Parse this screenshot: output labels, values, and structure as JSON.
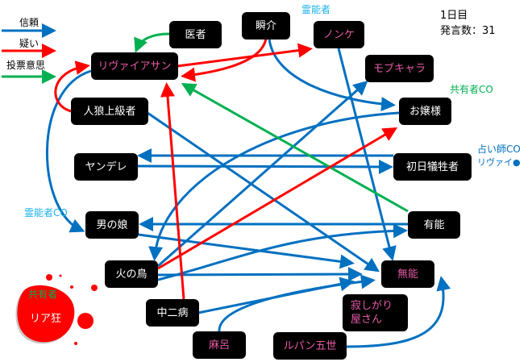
{
  "legend": {
    "trust": "信頼",
    "doubt": "疑い",
    "vote": "投票意思"
  },
  "colors": {
    "trust": "#0070c0",
    "doubt": "#ff0000",
    "vote": "#00b050",
    "node_pink": "#e85aa8",
    "medium": "#1ab0e8",
    "share": "#00b050",
    "seer": "#0070c0"
  },
  "status": {
    "day": "1日目",
    "posts": "発言数：31"
  },
  "labels": {
    "medium_top": "霊能者",
    "share_co": "共有者CO",
    "seer_co": "占い師CO",
    "seer_result": "リヴァイ●",
    "medium_co": "霊能者CO",
    "share_dead": "共有者"
  },
  "nodes": {
    "isha": "医者",
    "shunsuke": "瞬介",
    "nonke": "ノンケ",
    "leviathan": "リヴァイアサン",
    "mobchara": "モブキャラ",
    "jinrou": "人狼上級者",
    "ojousama": "お嬢様",
    "yandere": "ヤンデレ",
    "shonichi": "初日犠牲者",
    "otokonoko": "男の娘",
    "yuunou": "有能",
    "hinotori": "火の鳥",
    "munou": "無能",
    "chuuni": "中二病",
    "sabishigari": "寂しがり屋さん",
    "maro": "麻呂",
    "lupin": "ルパン五世",
    "riakyou": "リア狂"
  }
}
